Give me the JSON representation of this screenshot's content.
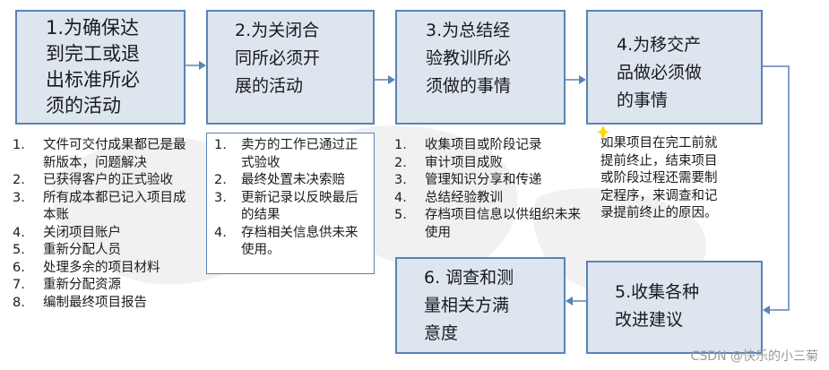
{
  "boxes": {
    "b1": "1.为确保达\n到完工或退\n出标准所必\n须的活动",
    "b2": "2.为关闭合\n同所必须开\n展的活动",
    "b3": "3.为总结经\n验教训所必\n须做的事情",
    "b4": "4.为移交产\n品做必须做\n的事情",
    "b5": "5.收集各种\n改进建议",
    "b6": "6. 调查和测\n量相关方满\n意度"
  },
  "list1": [
    {
      "n": "1.",
      "t": "文件可交付成果都已是最新版本，问题解决"
    },
    {
      "n": "2.",
      "t": "已获得客户的正式验收"
    },
    {
      "n": "3.",
      "t": "所有成本都已记入项目成本账"
    },
    {
      "n": "4.",
      "t": "关闭项目账户"
    },
    {
      "n": "5.",
      "t": "重新分配人员"
    },
    {
      "n": "6.",
      "t": "处理多余的项目材料"
    },
    {
      "n": "7.",
      "t": "重新分配资源"
    },
    {
      "n": "8.",
      "t": "编制最终项目报告"
    }
  ],
  "list2": [
    {
      "n": "1.",
      "t": "卖方的工作已通过正式验收"
    },
    {
      "n": "2.",
      "t": "最终处置未决索赔"
    },
    {
      "n": "3.",
      "t": "更新记录以反映最后的结果"
    },
    {
      "n": "4.",
      "t": "存档相关信息供未来使用。"
    }
  ],
  "list3": [
    {
      "n": "1.",
      "t": "收集项目或阶段记录"
    },
    {
      "n": "2.",
      "t": "审计项目成败"
    },
    {
      "n": "3.",
      "t": "管理知识分享和传递"
    },
    {
      "n": "4.",
      "t": "总结经验教训"
    },
    {
      "n": "5.",
      "t": "存档项目信息以供组织未来使用"
    }
  ],
  "note4": "如果项目在完工前就\n提前终止，结束项目\n或阶段过程还需要制\n定程序，来调查和记\n录提前终止的原因。",
  "watermark": "CSDN @快乐的小三菊",
  "colors": {
    "box_fill": "#dde5ef",
    "box_border": "#5a83b6",
    "arrow": "#5a83b6"
  }
}
